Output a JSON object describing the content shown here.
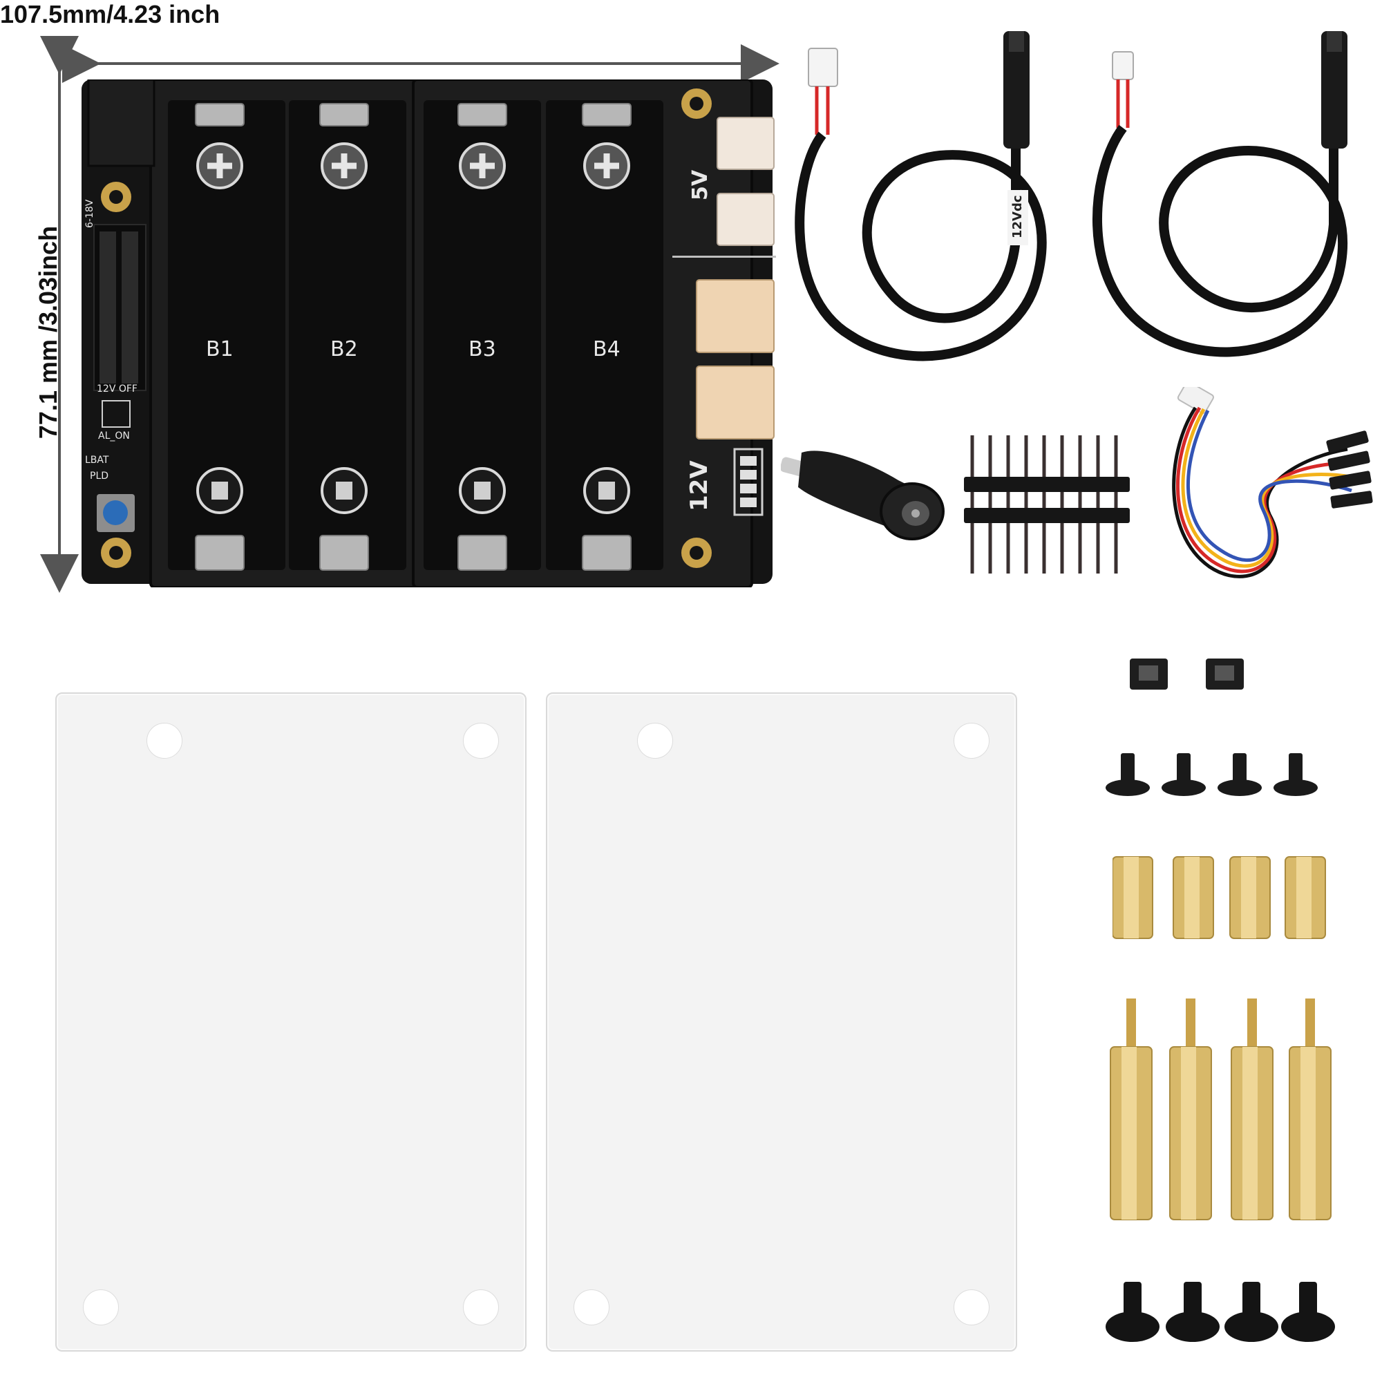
{
  "dimensions": {
    "width_label": "107.5mm/4.23 inch",
    "height_label": "77.1 mm /3.03inch"
  },
  "board": {
    "battery_labels": [
      "B1",
      "B2",
      "B3",
      "B4"
    ],
    "output_5v_label": "5V",
    "output_12v_label": "12V",
    "input_range_label": "6-18V",
    "switch_top_label": "12V OFF",
    "switch_bottom_label": "AL_ON",
    "led_lbat_label": "LBAT",
    "led_pld_label": "PLD",
    "plus_symbol": "+",
    "minus_symbol": "-"
  },
  "cable": {
    "tag_label": "12Vdc"
  },
  "accessories": {
    "jumper_caps": 2,
    "short_screws": 4,
    "short_standoffs": 4,
    "long_standoffs": 4,
    "round_screws": 4,
    "acrylic_plates": 2
  },
  "colors": {
    "pcb": "#141414",
    "battery_holder": "#1c1c1c",
    "brass": "#d8b96a",
    "connector_cream": "#efd4b2",
    "mount_pad_gold": "#c9a24a",
    "button_blue": "#2b6cb8"
  }
}
